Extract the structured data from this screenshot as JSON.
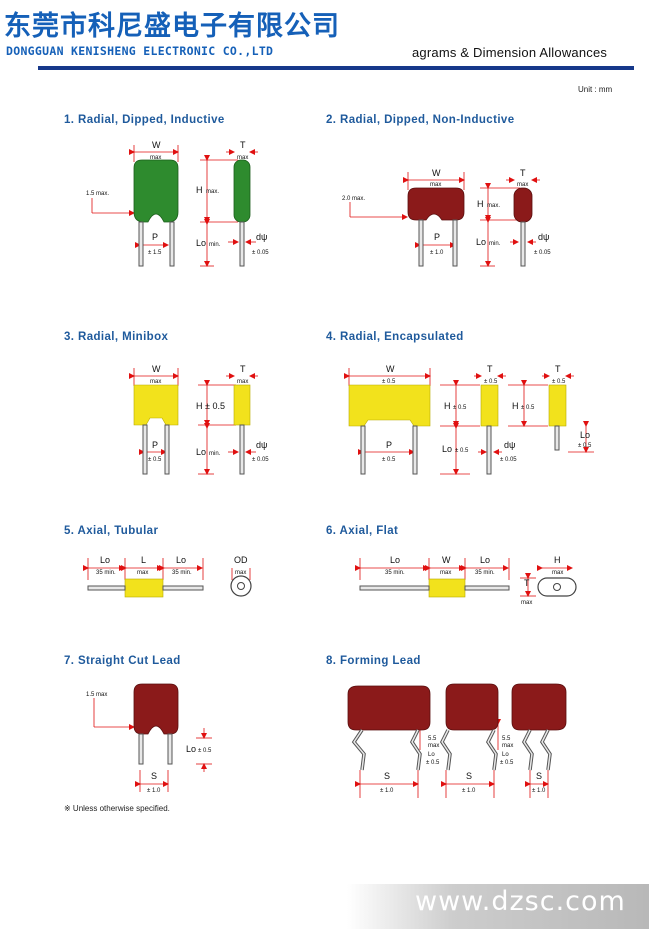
{
  "header": {
    "company_cn": "东莞市科尼盛电子有限公司",
    "company_en": "DONGGUAN KENISHENG ELECTRONIC CO.,LTD",
    "subtitle": "agrams & Dimension Allowances",
    "unit": "Unit : mm"
  },
  "sections": {
    "s1": "1. Radial, Dipped, Inductive",
    "s2": "2. Radial, Dipped, Non-Inductive",
    "s3": "3. Radial, Minibox",
    "s4": "4. Radial, Encapsulated",
    "s5": "5. Axial, Tubular",
    "s6": "6. Axial, Flat",
    "s7": "7. Straight Cut Lead",
    "s8": "8. Forming Lead"
  },
  "labels": {
    "W": "W",
    "T": "T",
    "H": "H",
    "P": "P",
    "Lo": "Lo",
    "L": "L",
    "S": "S",
    "OD": "OD",
    "dpsi": "dψ",
    "max": "max",
    "max_dot": "max.",
    "min": "min.",
    "tol05": "± 0.5",
    "tol10": "± 1.0",
    "tol15": "± 1.5",
    "tol005": "± 0.05",
    "lead15": "1.5 max.",
    "lead20": "2.0 max.",
    "lead15b": "1.5 max",
    "min35": "35 min.",
    "h_pm": "H ± 0.5",
    "tol55": "5.5"
  },
  "colors": {
    "green": "#2e8b2e",
    "brown": "#8b1a1a",
    "yellow": "#f2e21c",
    "dim": "#e01010",
    "title_blue": "#1560b8",
    "section_blue": "#1f5a9c"
  },
  "footnote": "※ Unless otherwise specified.",
  "watermark": "www.dzsc.com"
}
